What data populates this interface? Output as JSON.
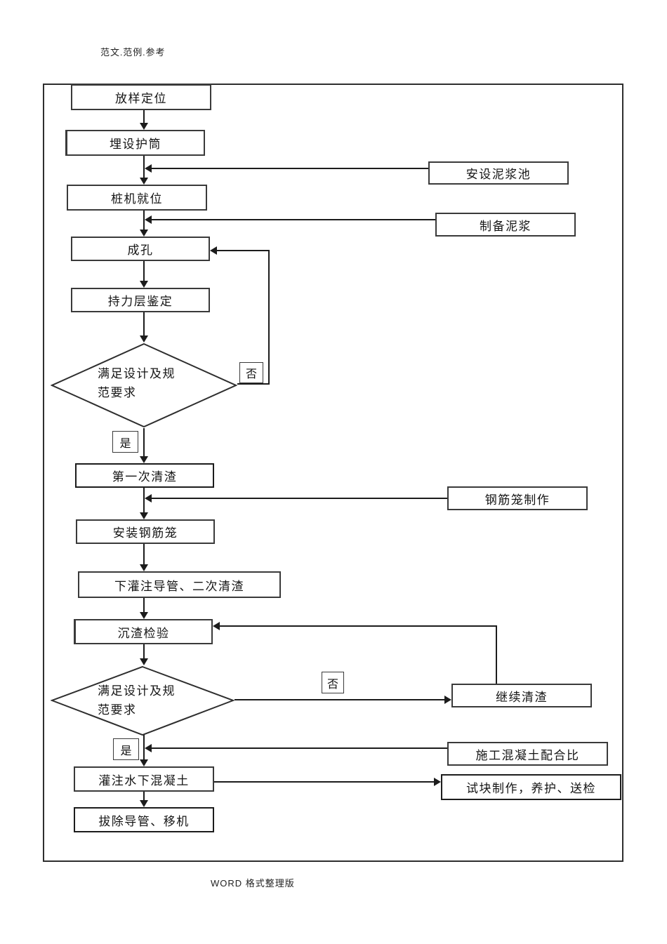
{
  "page": {
    "header_note": "范文.范例.参考",
    "footer_note": "WORD 格式整理版"
  },
  "labels": {
    "yes": "是",
    "no": "否"
  },
  "nodes": {
    "survey": "放样定位",
    "casing": "埋设护筒",
    "rig": "桩机就位",
    "drill": "成孔",
    "bearing": "持力层鉴定",
    "decision1": "满足设计及规范要求",
    "clean1": "第一次清渣",
    "cage_install": "安装钢筋笼",
    "conduit": "下灌注导管、二次清渣",
    "sediment": "沉渣检验",
    "decision2": "满足设计及规范要求",
    "pour": "灌注水下混凝土",
    "remove": "拔除导管、移机",
    "mud_pool": "安设泥浆池",
    "mud_prep": "制备泥浆",
    "cage_make": "钢筋笼制作",
    "continue_clean": "继续清渣",
    "mix_ratio": "施工混凝土配合比",
    "test_block": "试块制作，养护、送检"
  },
  "colors": {
    "line": "#1c1c1c",
    "border": "#3a3a3a",
    "background": "#ffffff"
  }
}
